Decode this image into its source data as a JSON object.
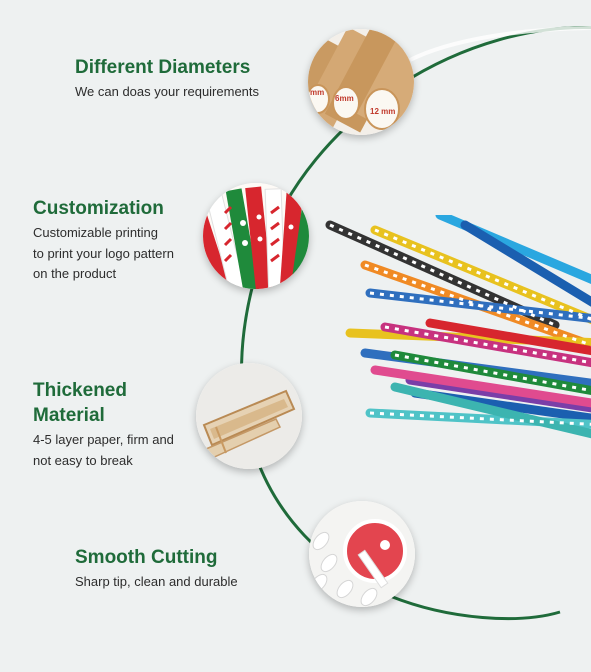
{
  "features": [
    {
      "title": "Different Diameters",
      "description": [
        "We can doas your requirements"
      ],
      "image_labels": [
        "mm",
        "6mm",
        "12 mm"
      ]
    },
    {
      "title": "Customization",
      "description": [
        "Customizable printing",
        "to print your logo pattern",
        "on the product"
      ]
    },
    {
      "title": "Thickened Material",
      "title_lines": [
        "Thickened",
        "Material"
      ],
      "description": [
        "4-5 layer paper, firm and",
        "not easy to break"
      ]
    },
    {
      "title": "Smooth Cutting",
      "description": [
        "Sharp tip, clean and durable"
      ]
    }
  ],
  "colors": {
    "title_green": "#1f6b3a",
    "arc_green": "#1f6b3a",
    "background": "#eef1f1"
  }
}
